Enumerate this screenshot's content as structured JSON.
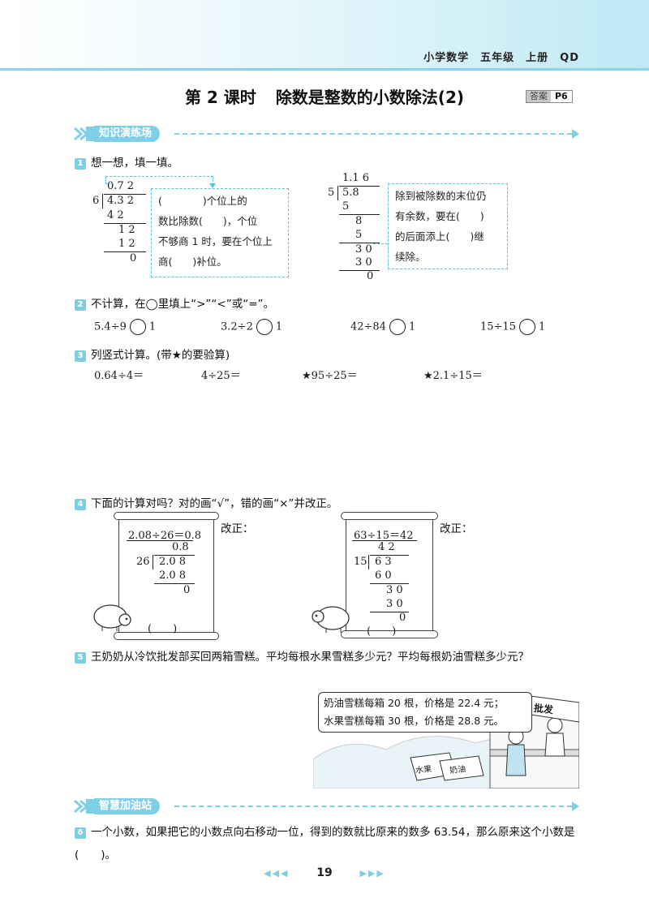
{
  "header": {
    "subject": "小学数学",
    "grade": "五年级",
    "volume": "上册",
    "edition": "QD"
  },
  "lesson": {
    "part1": "第 2 课时",
    "part2": "除数是整数的小数除法(2)"
  },
  "answer_badge": {
    "label": "答案",
    "page": "P6"
  },
  "section1": {
    "title": "知识演练场"
  },
  "q1": {
    "num": "1",
    "prompt": "想一想，填一填。",
    "div1": {
      "divisor": "6",
      "dividend": "4.3 2",
      "quotient": "0.7 2",
      "r1": "4 2",
      "r2": "1 2",
      "r3": "1 2",
      "r4": "0"
    },
    "callout1": [
      "(　　　　)个位上的",
      "数比除数(　　)，个位",
      "不够商 1 时，要在个位上",
      "商(　　)补位。"
    ],
    "div2": {
      "divisor": "5",
      "dividend": "5.8",
      "quotient": "1.1 6",
      "r1": "5",
      "r2": "8",
      "r3": "5",
      "r4": "3 0",
      "r5": "3 0",
      "r6": "0"
    },
    "callout2": [
      "除到被除数的末位仍",
      "有余数，要在(　　)",
      "的后面添上(　　)继",
      "续除。"
    ]
  },
  "q2": {
    "num": "2",
    "prompt": "不计算，在◯里填上“>”“<”或“=”。",
    "items": [
      {
        "left": "5.4÷9",
        "right": "1"
      },
      {
        "left": "3.2÷2",
        "right": "1"
      },
      {
        "left": "42÷84",
        "right": "1"
      },
      {
        "left": "15÷15",
        "right": "1"
      }
    ]
  },
  "q3": {
    "num": "3",
    "prompt": "列竖式计算。(带★的要验算)",
    "items": [
      "0.64÷4＝",
      "4÷25＝",
      "★95÷25＝",
      "★2.1÷15＝"
    ]
  },
  "q4": {
    "num": "4",
    "prompt": "下面的计算对吗？对的画“√”，错的画“×”并改正。",
    "correction_label": "改正：",
    "card1": {
      "eq": "2.08÷26＝0.8",
      "quotient": "0.8",
      "divisor": "26",
      "dividend": "2.0 8",
      "r1": "2.0 8",
      "r2": "0",
      "mark": "(　　)"
    },
    "card2": {
      "eq": "63÷15＝42",
      "quotient": "4 2",
      "divisor": "15",
      "dividend": "6 3",
      "r1": "6 0",
      "r2": "3 0",
      "r3": "3 0",
      "r4": "0",
      "mark": "(　　)"
    }
  },
  "q5": {
    "num": "5",
    "prompt": "王奶奶从冷饮批发部买回两箱雪糕。平均每根水果雪糕多少元？平均每根奶油雪糕多少元？",
    "info1": "奶油雪糕每箱 20 根，价格是 22.4 元；",
    "info2": "水果雪糕每箱 30 根，价格是 28.8 元。",
    "sign": "批发",
    "box1": "水果",
    "box2": "奶油"
  },
  "section2": {
    "title": "智慧加油站"
  },
  "q6": {
    "num": "6",
    "prompt": "一个小数，如果把它的小数点向右移动一位，得到的数就比原来的数多 63.54，那么原来这个小数是(　　)。"
  },
  "footer": {
    "page": "19",
    "left_arrows": "◀◀◀",
    "right_arrows": "▶▶▶"
  },
  "colors": {
    "accent": "#7fd0e6",
    "callout": "#5bc2da"
  }
}
